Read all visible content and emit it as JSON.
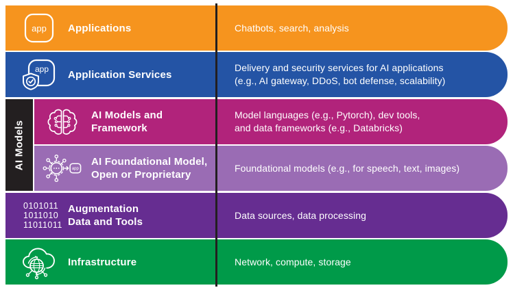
{
  "diagram": {
    "background": "#ffffff",
    "divider_color": "#231f20",
    "sidebar": {
      "label": "AI Models",
      "bg": "#231f20",
      "text_color": "#ffffff"
    },
    "rows": [
      {
        "label": "Applications",
        "description": "Chatbots, search, analysis",
        "color": "#F6941E",
        "icon": "app-icon",
        "icon_label": "app"
      },
      {
        "label": "Application Services",
        "description": "Delivery and security services for AI applications\n(e.g., AI gateway, DDoS, bot defense, scalability)",
        "color": "#2454A5",
        "icon": "app-shield-icon",
        "icon_label": "app"
      },
      {
        "label": "AI Models and\nFramework",
        "description": "Model languages (e.g., Pytorch), dev tools,\nand data frameworks (e.g., Databricks)",
        "color": "#B1237B",
        "icon": "brain-circuit-icon"
      },
      {
        "label": "AI Foundational Model,\nOpen or Proprietary",
        "description": "Foundational models (e.g., for speech, text, images)",
        "color": "#9A6CB4",
        "icon": "model-hub-icon",
        "icon_box_label": "app"
      },
      {
        "label": "Augmentation\nData and Tools",
        "description": "Data sources, data processing",
        "color": "#662D91",
        "icon": "binary-data-icon",
        "icon_text": "0101011\n1011010\n11011011"
      },
      {
        "label": "Infrastructure",
        "description": "Network, compute, storage",
        "color": "#009A49",
        "icon": "cloud-network-icon"
      }
    ]
  }
}
